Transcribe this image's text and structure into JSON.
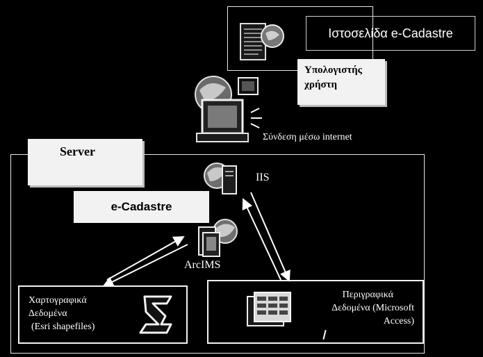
{
  "website": {
    "label": "Ιστοσελίδα e-Cadastre"
  },
  "user_computer": {
    "label_line1": "Υπολογιστής",
    "label_line2": "χρήστη"
  },
  "connection": {
    "label": "Σύνδεση μέσω internet"
  },
  "server": {
    "label": "Server"
  },
  "ecadastre": {
    "label": "e-Cadastre"
  },
  "iis": {
    "label": "IIS"
  },
  "arcims": {
    "label": "ArcIMS"
  },
  "cartographic": {
    "line1": "Χαρτογραφικά",
    "line2": "Δεδομένα",
    "line3": "(Esri shapefiles)"
  },
  "descriptive": {
    "line1": "Περιγραφικά",
    "line2": "Δεδομένα (Microsoft",
    "line3": "Access)"
  },
  "colors": {
    "background": "#000000",
    "label_fill": "#f2f2f2",
    "line": "#ffffff"
  }
}
